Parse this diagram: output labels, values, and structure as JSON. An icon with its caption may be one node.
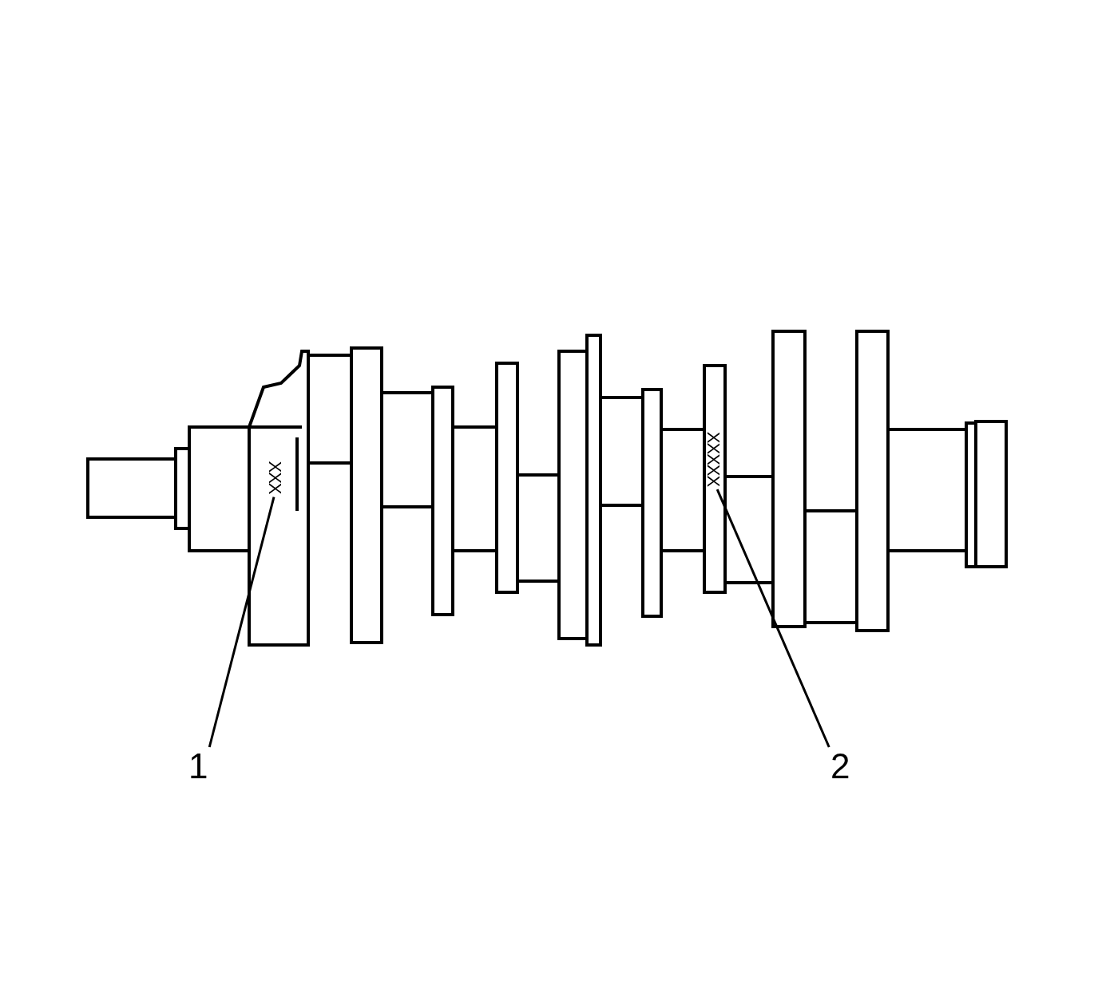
{
  "diagram": {
    "nodes": [
      {
        "text": [
          "1"
        ]
      },
      {
        "text": [
          "XXX"
        ]
      },
      {
        "text": [
          "2"
        ]
      },
      {
        "text": [
          "XXXXX"
        ]
      }
    ],
    "edges": [
      {
        "from": 0,
        "to": 1,
        "arrow": "none"
      },
      {
        "from": 2,
        "to": 3,
        "arrow": "none"
      }
    ]
  }
}
